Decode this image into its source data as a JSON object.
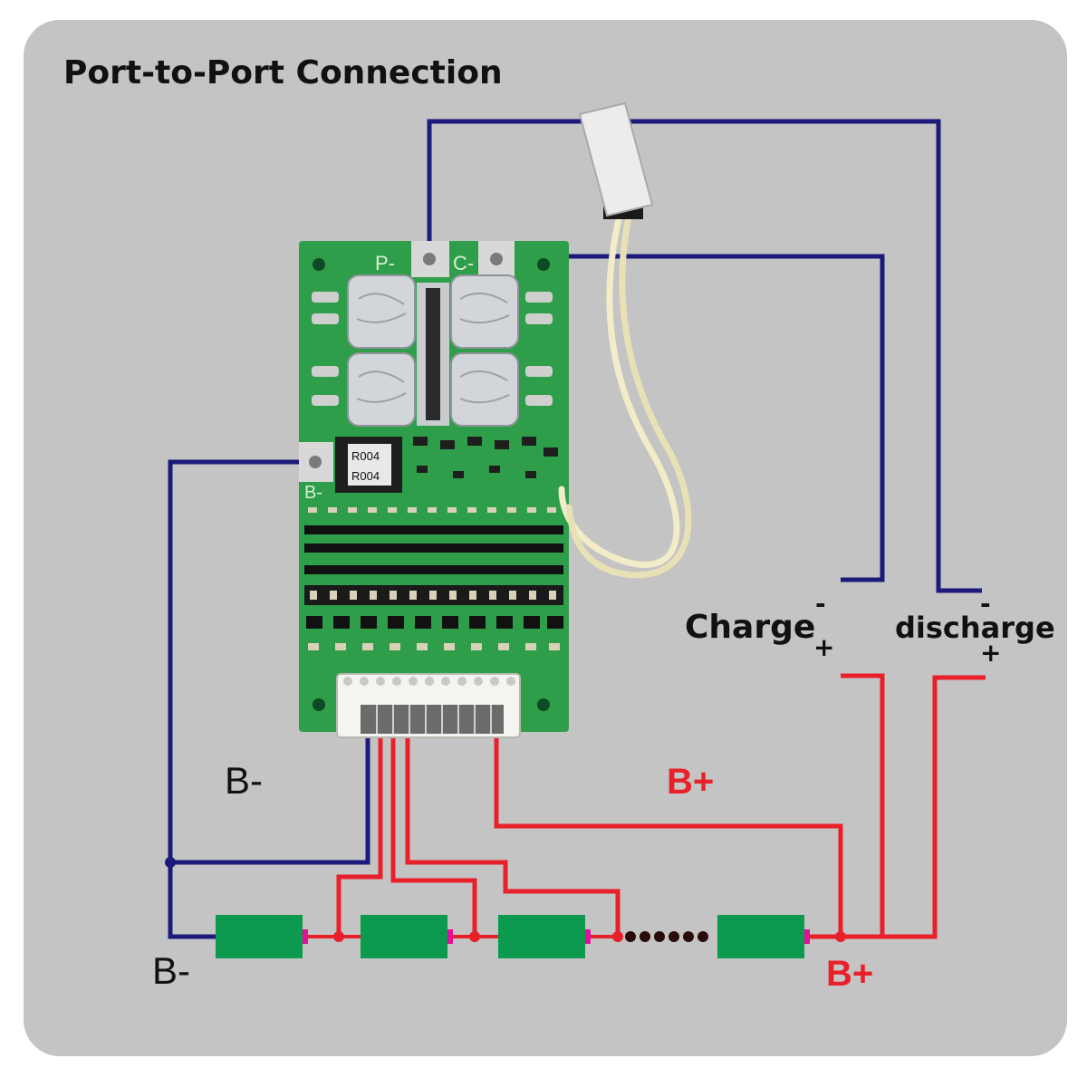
{
  "title": "Port-to-Port Connection",
  "board": {
    "pad_p_label": "P-",
    "pad_c_label": "C-",
    "pad_b_label": "B-",
    "resistor_label_1": "R004",
    "resistor_label_2": "R004"
  },
  "labels": {
    "charge": "Charge",
    "discharge": "discharge",
    "b_minus_upper": "B-",
    "b_minus_lower": "B-",
    "b_plus_upper": "B+",
    "b_plus_lower": "B+",
    "charge_minus": "-",
    "charge_plus": "+",
    "discharge_minus": "-",
    "discharge_plus": "+"
  },
  "colors": {
    "background_panel": "#c4c4c4",
    "negative_wire": "#1c1a7a",
    "positive_wire": "#e8202a",
    "pcb": "#2e9e4a",
    "battery_cell": "#0c9a4e",
    "cell_terminal": "#e0109a"
  },
  "icons": [
    "thermistor-probe-icon",
    "battery-cell-icon",
    "balance-connector-icon",
    "mosfet-heatsink-icon"
  ]
}
